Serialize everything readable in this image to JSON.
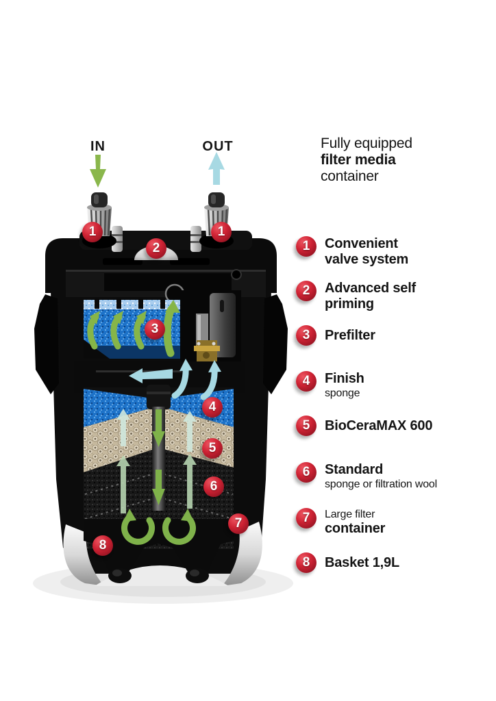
{
  "header": {
    "line1": "Fully equipped",
    "line2": "filter media",
    "line3": "container"
  },
  "flow_labels": {
    "in": "IN",
    "out": "OUT"
  },
  "colors": {
    "badge_red": "#c02030",
    "inflow_green": "#8ab74c",
    "outflow_cyan": "#a7d9e3",
    "sponge_blue": "#1d72c8",
    "ceramic_beige": "#cdc1a8",
    "body_black": "#0b0b0b",
    "base_silver": "#d9d9d9"
  },
  "diagram": {
    "badges": [
      {
        "number": "1",
        "part": "inlet-valve"
      },
      {
        "number": "1",
        "part": "outlet-valve"
      },
      {
        "number": "2",
        "part": "self-priming-dome"
      },
      {
        "number": "3",
        "part": "prefilter-sponge"
      },
      {
        "number": "4",
        "part": "finish-sponge"
      },
      {
        "number": "5",
        "part": "bioceramax-media"
      },
      {
        "number": "6",
        "part": "standard-sponge"
      },
      {
        "number": "7",
        "part": "filter-container-wall"
      },
      {
        "number": "8",
        "part": "media-basket"
      }
    ]
  },
  "list": {
    "items": [
      {
        "number": "1",
        "lines": [
          "Convenient",
          "valve system"
        ]
      },
      {
        "number": "2",
        "lines": [
          "Advanced self",
          "priming"
        ]
      },
      {
        "number": "3",
        "lines": [
          "Prefilter"
        ]
      },
      {
        "number": "4",
        "lines": [
          "Finish",
          "sponge"
        ]
      },
      {
        "number": "5",
        "lines": [
          "BioCeraMAX 600"
        ]
      },
      {
        "number": "6",
        "lines": [
          "Standard",
          "sponge or filtration wool"
        ]
      },
      {
        "number": "7",
        "lines": [
          "Large filter",
          "container"
        ]
      },
      {
        "number": "8",
        "lines": [
          "Basket 1,9L"
        ]
      }
    ]
  }
}
